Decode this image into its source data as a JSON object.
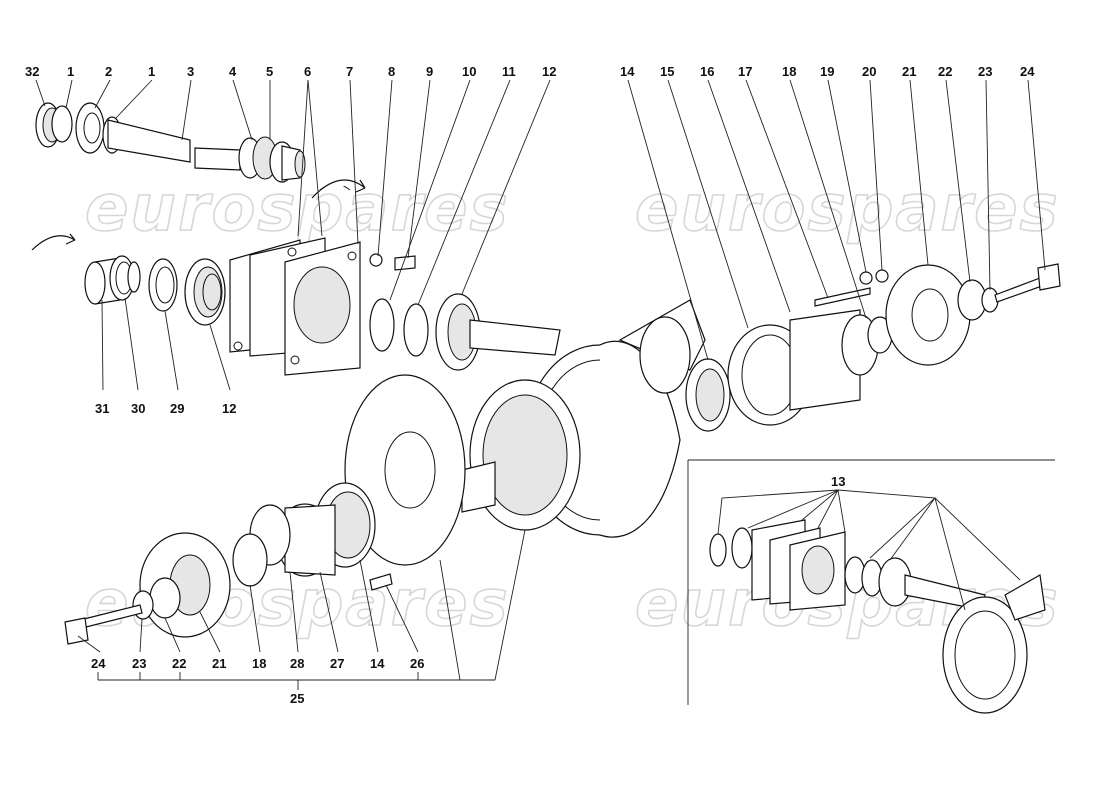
{
  "watermark": "eurospares",
  "callouts": {
    "top_left": [
      "32",
      "1",
      "2",
      "1",
      "3",
      "4",
      "5",
      "6",
      "7",
      "8",
      "9",
      "10",
      "11",
      "12"
    ],
    "mid_left": [
      "31",
      "30",
      "29",
      "12"
    ],
    "top_right": [
      "14",
      "15",
      "16",
      "17",
      "18",
      "19",
      "20",
      "21",
      "22",
      "23",
      "24"
    ],
    "bottom": [
      "24",
      "23",
      "22",
      "21",
      "18",
      "28",
      "27",
      "14",
      "26"
    ],
    "group_label": "25",
    "inset_label": "13"
  }
}
